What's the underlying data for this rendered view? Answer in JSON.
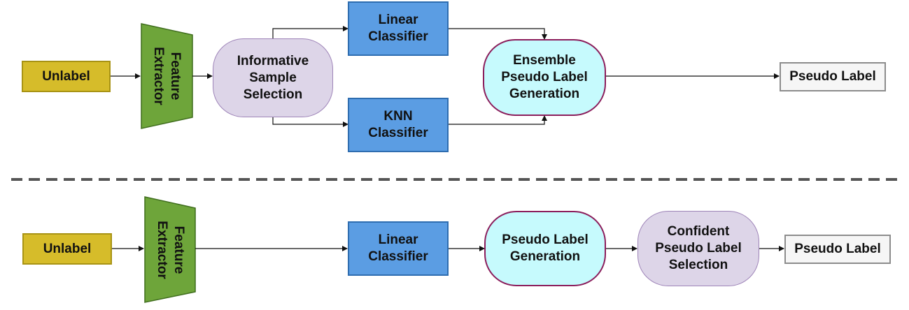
{
  "top": {
    "input": "Unlabel",
    "extractor": "Feature\nExtractor",
    "selection": "Informative\nSample\nSelection",
    "linear": "Linear\nClassifier",
    "knn": "KNN\nClassifier",
    "ensemble": "Ensemble\nPseudo Label\nGeneration",
    "output": "Pseudo Label"
  },
  "bottom": {
    "input": "Unlabel",
    "extractor": "Feature\nExtractor",
    "linear": "Linear\nClassifier",
    "generation": "Pseudo Label\nGeneration",
    "confident": "Confident\nPseudo Label\nSelection",
    "output": "Pseudo Label"
  },
  "colors": {
    "input": "#d6bc2a",
    "extractor": "#6ea53a",
    "classifier": "#5b9de3",
    "selection": "#ddd5e8",
    "generation": "#c6fafd",
    "output": "#f6f6f6",
    "separator": "#555555"
  }
}
